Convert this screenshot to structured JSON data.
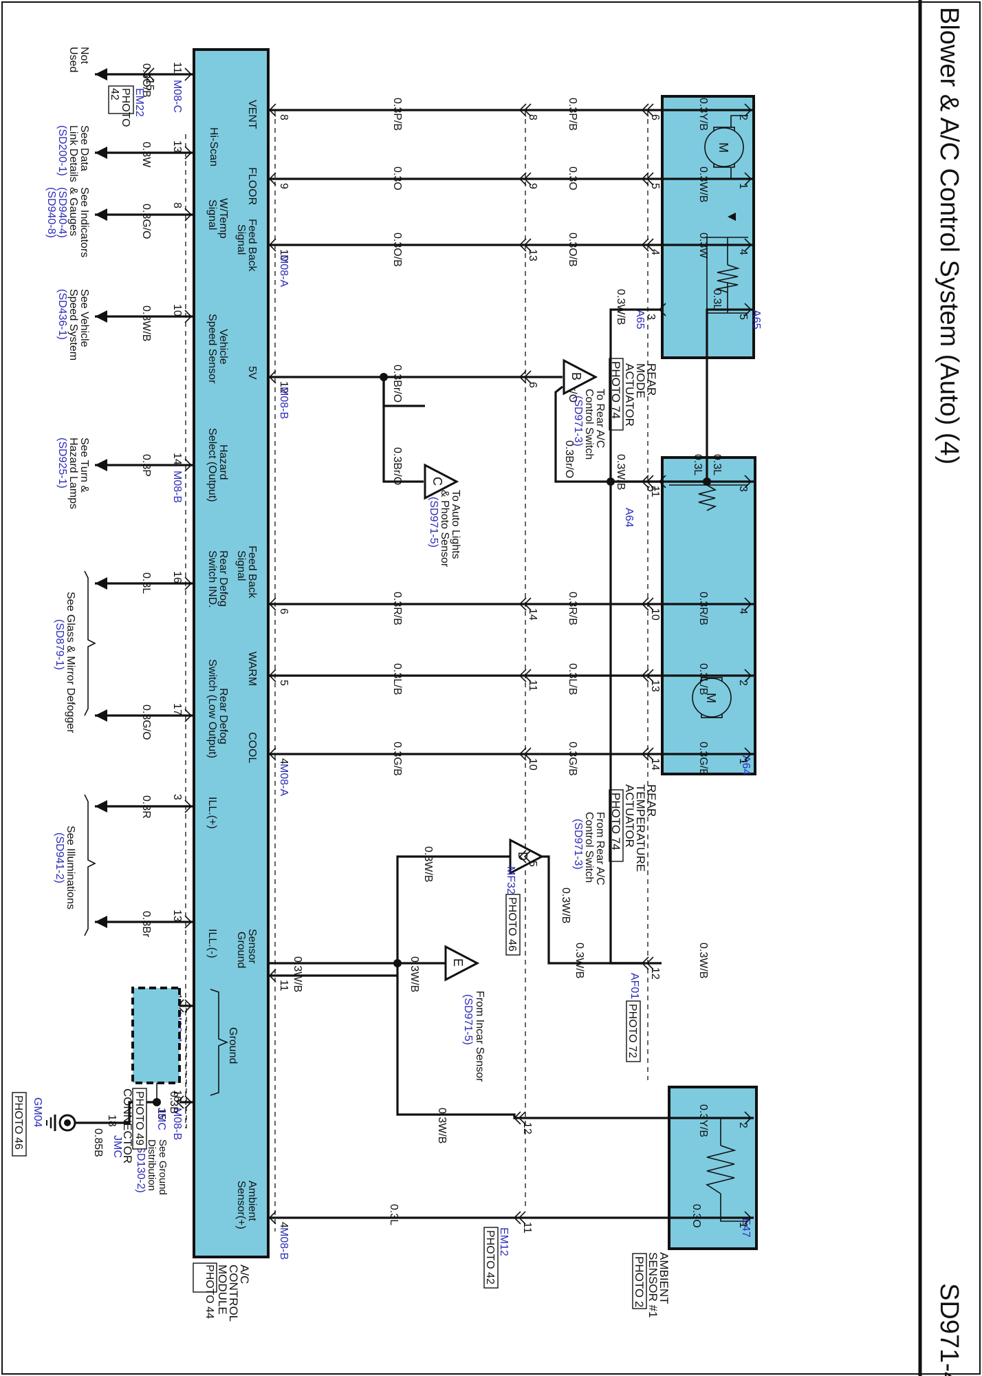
{
  "page": {
    "title": "Blower & A/C Control System (Auto) (4)",
    "page_code": "SD971-4"
  },
  "colors": {
    "component_fill": "#7ecbe0",
    "reference_text": "#2a2ab8",
    "wire": "#111111"
  },
  "components": {
    "ac_module": {
      "name_lines": [
        "A/C",
        "CONTROL",
        "MODULE"
      ],
      "photo": "PHOTO 44"
    },
    "rear_mode_actuator": {
      "name_lines": [
        "REAR",
        "MODE",
        "ACTUATOR"
      ],
      "photo": "PHOTO 74",
      "connector": "A65"
    },
    "rear_temp_actuator": {
      "name_lines": [
        "REAR",
        "TEMPERATURE",
        "ACTUATOR"
      ],
      "photo": "PHOTO 74",
      "connector": "A64"
    },
    "ambient_sensor": {
      "name_lines": [
        "AMBIENT",
        "SENSOR #1"
      ],
      "photo": "PHOTO 2",
      "connector": "E47"
    },
    "joint_connector": {
      "name_lines": [
        "JOINT",
        "CONNECTOR"
      ],
      "photo": "PHOTO 49",
      "connector": "JMC",
      "note_lines": [
        "See Ground",
        "Distribution"
      ],
      "ref": "(SD130-2)"
    },
    "ground": {
      "id": "GM04",
      "photo": "PHOTO 46"
    }
  },
  "module_pins_top": [
    {
      "label": "VENT",
      "pin": "8"
    },
    {
      "label": "FLOOR",
      "pin": "9"
    },
    {
      "label_lines": [
        "Feed Back",
        "Signal"
      ],
      "pin": "10",
      "connector": "M08-A"
    },
    {
      "label": "5V",
      "pin": "12",
      "connector": "M08-B"
    },
    {
      "label_lines": [
        "Feed Back",
        "Signal"
      ],
      "pin": "6"
    },
    {
      "label": "WARM",
      "pin": "5"
    },
    {
      "label": "COOL",
      "pin": "4",
      "connector": "M08-A"
    },
    {
      "label_lines": [
        "Sensor",
        "Ground"
      ],
      "pin": "11"
    },
    {
      "label_lines": [
        "Ambient",
        "Sensor(+)"
      ],
      "pin": "4",
      "connector": "M08-B"
    }
  ],
  "module_pins_bottom": [
    {
      "label": "",
      "pin": "11",
      "connector": "M08-C",
      "wire": "0.3O/B",
      "inline_pin": "15",
      "inline_conn": "EM22",
      "photo_lines": [
        "PHOTO",
        "42"
      ],
      "dest_lines": [
        "Not",
        "Used"
      ]
    },
    {
      "label": "Hi-Scan",
      "pin": "13",
      "wire": "0.3W",
      "dest_lines": [
        "See Data",
        "Link Details"
      ],
      "ref": "(SD200-1)"
    },
    {
      "label_lines": [
        "W/Temp",
        "Signal"
      ],
      "pin": "8",
      "wire": "0.3G/O",
      "dest_lines": [
        "See Indicators",
        "& Gauges"
      ],
      "refs": [
        "(SD940-4)",
        "(SD940-8)"
      ]
    },
    {
      "label_lines": [
        "Vehicle",
        "Speed Sensor"
      ],
      "pin": "10",
      "wire": "0.3W/B",
      "dest_lines": [
        "See Vehicle",
        "Speed System"
      ],
      "ref": "(SD436-1)"
    },
    {
      "label_lines": [
        "Hazard",
        "Select (Output)"
      ],
      "pin": "14",
      "connector": "M08-B",
      "wire": "0.3P",
      "dest_lines": [
        "See Turn &",
        "Hazard Lamps"
      ],
      "ref": "(SD925-1)"
    },
    {
      "label_lines": [
        "Rear Defog",
        "Switch IND."
      ],
      "pin": "16",
      "wire": "0.3L"
    },
    {
      "label_lines": [
        "Rear Defog",
        "Switch (Low Output)"
      ],
      "pin": "17",
      "wire": "0.3G/O"
    },
    {
      "label": "ILL.(+)",
      "pin": "3",
      "wire": "0.3R"
    },
    {
      "label": "ILL.(-)",
      "pin": "13",
      "wire": "0.3Br"
    },
    {
      "pin": "12",
      "connector": "M08-A",
      "wire": "0.3B",
      "jmc_pin": "17"
    },
    {
      "pin": "16",
      "connector": "M08-B",
      "wire": "0.3B",
      "jmc_pin": "15"
    }
  ],
  "groups": {
    "defogger": {
      "lines": [
        "See Glass & Mirror Defogger"
      ],
      "ref": "(SD879-1)"
    },
    "illum": {
      "lines": [
        "See Illuminations"
      ],
      "ref": "(SD941-2)"
    },
    "ground_brace": "Ground"
  },
  "wires_top": [
    {
      "seg1": "0.3P/B",
      "mid_pin": "8",
      "seg2": "0.3P/B",
      "far_pin": "6",
      "seg3": "0.3Y/B",
      "act_pin": "2"
    },
    {
      "seg1": "0.3O",
      "mid_pin": "9",
      "seg2": "0.3O",
      "far_pin": "5",
      "seg3": "0.3W/B",
      "act_pin": "1"
    },
    {
      "seg1": "0.3O/B",
      "mid_pin": "13",
      "seg2": "0.3O/B",
      "far_pin": "4",
      "seg3": "0.3W",
      "act_pin": "4"
    },
    {
      "seg1": "0.3Br/O",
      "mid_pin": "6",
      "seg2": "0.3Br/O",
      "branch": "0.3Br/O"
    },
    {
      "seg1": "0.3R/B",
      "mid_pin": "14",
      "seg2": "0.3R/B",
      "far_pin": "10",
      "seg3": "0.3R/B",
      "act_pin": "4"
    },
    {
      "seg1": "0.3L/B",
      "mid_pin": "11",
      "seg2": "0.3L/B",
      "far_pin": "13",
      "seg3": "0.3L/B",
      "act_pin": "2"
    },
    {
      "seg1": "0.3G/B",
      "mid_pin": "10",
      "seg2": "0.3G/B",
      "far_pin": "14",
      "seg3": "0.3G/B",
      "act_pin": "1"
    }
  ],
  "misc_wires": {
    "mode_pin5": "5",
    "mode_pin5_wire": "0.3L",
    "mode_pin3": "3",
    "mode_pin3_wire": "0.3W/B",
    "temp_pin3": "3",
    "temp_pin3_wire": "0.3L",
    "temp_pin3_wire2": "0.3L",
    "temp_pin5": "5",
    "temp_pin5_wire": "0.3W/B",
    "b_return_pin": "11",
    "b_return_wire": "0.3Br/O",
    "d_pin": "5",
    "d_conn": "MF32",
    "d_photo": "PHOTO 46",
    "d_wire1": "0.3W/B",
    "d_wire2": "0.3W/B",
    "af_pin": "12",
    "af_conn": "AF01",
    "af_photo": "PHOTO 72",
    "af_wire1": "0.3W/B",
    "af_wire2": "0.3W/B",
    "sg_wire": "0.3W/B",
    "e_wire": "0.3W/B",
    "amb_pin2_em": "12",
    "amb_pin2_wire1": "0.3W/B",
    "amb_pin2_wire2": "0.3Y/B",
    "amb_pin2": "2",
    "amb_pin1_em": "11",
    "amb_pin1_wire1": "0.3L",
    "amb_pin1_wire2": "0.3O",
    "amb_pin1": "1",
    "em12": "EM12",
    "em12_photo": "PHOTO 42",
    "jmc_pin18": "18",
    "gnd_wire": "0.85B"
  },
  "offpage": {
    "B": {
      "letter": "B",
      "lines": [
        "To Rear A/C",
        "Control Switch"
      ],
      "ref": "(SD971-3)"
    },
    "C": {
      "letter": "C",
      "lines": [
        "To Auto Lights",
        "& Photo Sensor"
      ],
      "ref": "(SD971-5)"
    },
    "D": {
      "letter": "D",
      "lines": [
        "From Rear A/C",
        "Control Switch"
      ],
      "ref": "(SD971-3)"
    },
    "E": {
      "letter": "E",
      "lines": [
        "From Incar Sensor"
      ],
      "ref": "(SD971-5)"
    }
  },
  "motor_symbol": "M"
}
